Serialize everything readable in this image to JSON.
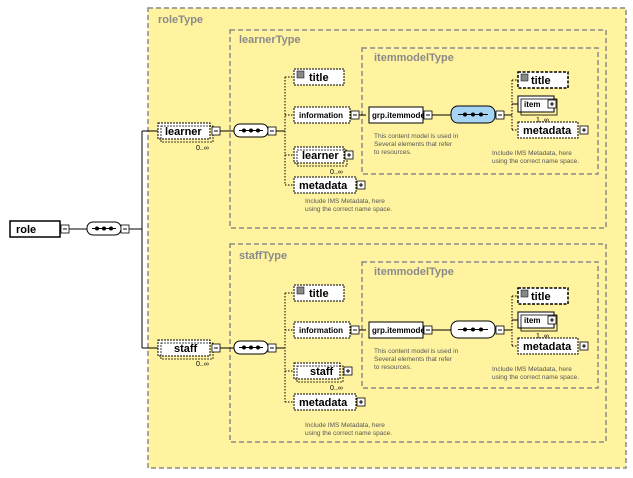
{
  "root": {
    "label": "role"
  },
  "role_type": {
    "label": "roleType"
  },
  "learner": {
    "element_label": "learner",
    "occurrence": "0..∞",
    "type_label": "learnerType",
    "children": {
      "title": "title",
      "information": "information",
      "learner": "learner",
      "learner_occurrence": "0..∞",
      "metadata": "metadata",
      "metadata_note_1": "Include IMS Metadata, here",
      "metadata_note_2": "using the correct name space."
    },
    "itemmodel": {
      "type_label": "itemmodelType",
      "group": "grp.itemmodel",
      "note_1": "This content model is used in",
      "note_2": "Several elements that refer",
      "note_3": "to resources.",
      "title": "title",
      "item": "item",
      "item_occurrence": "1..∞",
      "metadata": "metadata",
      "metadata_note_1": "Include IMS Metadata, here",
      "metadata_note_2": "using the correct name space."
    }
  },
  "staff": {
    "element_label": "staff",
    "occurrence": "0..∞",
    "type_label": "staffType",
    "children": {
      "title": "title",
      "information": "information",
      "staff": "staff",
      "staff_occurrence": "0..∞",
      "metadata": "metadata",
      "metadata_note_1": "Include IMS Metadata, here",
      "metadata_note_2": "using the correct name space."
    },
    "itemmodel": {
      "type_label": "itemmodelType",
      "group": "grp.itemmodel",
      "note_1": "This content model is used in",
      "note_2": "Several elements that refer",
      "note_3": "to resources.",
      "title": "title",
      "item": "item",
      "item_occurrence": "1..∞",
      "metadata": "metadata",
      "metadata_note_1": "Include IMS Metadata, here",
      "metadata_note_2": "using the correct name space."
    }
  },
  "colors": {
    "type_fill": "#fff3a0",
    "type_border": "#8a8a8a",
    "highlight": "#a6d4f5"
  },
  "icons": [
    "expand-minus-icon",
    "expand-plus-icon",
    "sequence-icon",
    "attribute-icon"
  ]
}
